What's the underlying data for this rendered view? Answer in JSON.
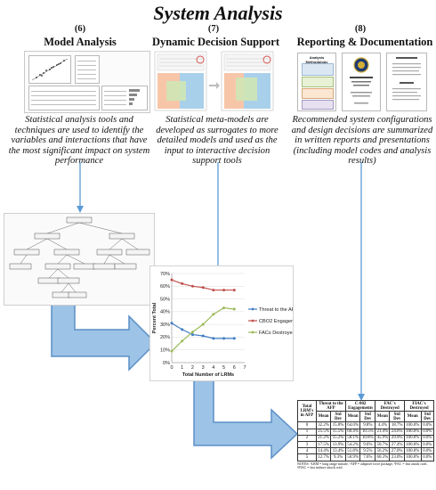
{
  "title": "System Analysis",
  "steps": [
    {
      "number": "(6)",
      "heading": "Model Analysis",
      "description": "Statistical analysis tools and techniques are used to identify the variables and interactions that have the most significant impact on system performance"
    },
    {
      "number": "(7)",
      "heading": "Dynamic Decision Support",
      "description": "Statistical meta-models are developed as surrogates to more detailed models and used as the input to interactive decision support tools"
    },
    {
      "number": "(8)",
      "heading": "Reporting & Documentation",
      "description": "Recommended system configurations and design decisions are summarized in written reports and presentations (including model codes and analysis results)"
    }
  ],
  "report_thumb": {
    "title": "Analysis Methodology"
  },
  "chart_data": {
    "type": "line",
    "x": [
      0,
      1,
      2,
      3,
      4,
      5,
      6
    ],
    "xlim": [
      0,
      7
    ],
    "ylim": [
      0,
      70
    ],
    "yticks": [
      0,
      10,
      20,
      30,
      40,
      50,
      60,
      70
    ],
    "ytick_labels": [
      "0%",
      "10%",
      "20%",
      "30%",
      "40%",
      "50%",
      "60%",
      "70%"
    ],
    "xlabel": "Total Number of LRMs",
    "ylabel": "Percent Total",
    "legend_position": "right",
    "series": [
      {
        "name": "Threat to the AFP",
        "color": "#3e7cc4",
        "values": [
          31,
          26,
          22,
          21,
          19,
          19,
          19
        ]
      },
      {
        "name": "CBO2 Engagements",
        "color": "#c0504d",
        "values": [
          65,
          62,
          60,
          59,
          57,
          57,
          57
        ]
      },
      {
        "name": "FACs Destroyed",
        "color": "#9bbb59",
        "values": [
          9,
          17,
          24,
          30,
          38,
          43,
          42
        ]
      }
    ]
  },
  "table": {
    "headers_top": [
      "Total LRM's in AFP",
      "Threat to the AFP",
      "C-802 Engagements",
      "FAC's Destroyed",
      "FIAC's Destroyed"
    ],
    "headers_sub": [
      "Mean",
      "Std Dev",
      "Mean",
      "Std Dev",
      "Mean",
      "Std Dev",
      "Mean",
      "Std Dev"
    ],
    "rows": [
      [
        "0",
        "32.2%",
        "15.8%",
        "64.0%",
        "9.8%",
        "4.4%",
        "18.7%",
        "100.0%",
        "0.0%"
      ],
      [
        "1",
        "25.5%",
        "15.5%",
        "60.4%",
        "10.5%",
        "21.4%",
        "24.6%",
        "100.0%",
        "0.0%"
      ],
      [
        "2",
        "21.2%",
        "15.2%",
        "58.1%",
        "10.8%",
        "45.9%",
        "29.9%",
        "100.0%",
        "0.0%"
      ],
      [
        "3",
        "17.5%",
        "13.9%",
        "54.2%",
        "9.6%",
        "50.7%",
        "27.4%",
        "100.0%",
        "0.0%"
      ],
      [
        "4",
        "14.4%",
        "13.4%",
        "51.8%",
        "9.5%",
        "56.2%",
        "27.0%",
        "100.0%",
        "0.0%"
      ],
      [
        "5",
        "12.7%",
        "9.3%",
        "50.9%",
        "7.6%",
        "60.3%",
        "23.0%",
        "100.0%",
        "0.0%"
      ]
    ],
    "notes": "NOTES: ¹LRM = long range missile, ²AFP = adaptive force package, ³FAC = fast attack craft, ⁴FIAC = fast inshore attack craft"
  },
  "colors": {
    "arrow": "#9dc3e6",
    "arrow_stroke": "#5b8fc7",
    "connector": "#5b9bd5"
  }
}
